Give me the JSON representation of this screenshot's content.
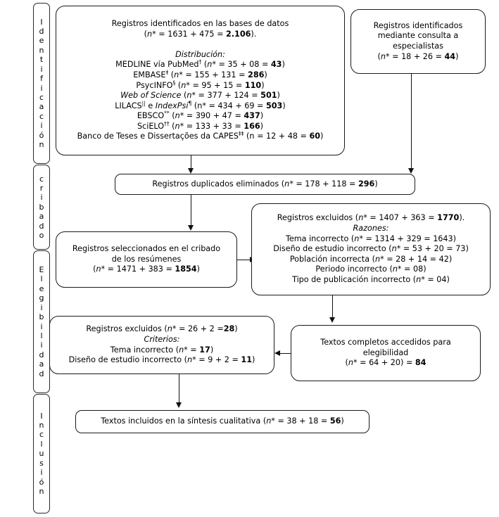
{
  "diagram": {
    "title": "PRISMA flow diagram",
    "language": "es",
    "stages": [
      {
        "id": "identificacion",
        "label": "I\nd\ne\nn\nt\ni\nf\ni\nc\na\nc\ni\nó\nn",
        "plain": "Identificación"
      },
      {
        "id": "cribado",
        "label": "c\nr\ni\nb\na\nd\no",
        "plain": "cribado"
      },
      {
        "id": "elegibilidad",
        "label": "E\nl\ne\ng\ni\nb\ni\nl\ni\nd\na\nd",
        "plain": "Elegibilidad"
      },
      {
        "id": "inclusion",
        "label": "I\nn\nc\nl\nu\ns\ni\nó\nn",
        "plain": "Inclusión"
      }
    ],
    "boxes": {
      "databases": {
        "heading": "Registros identificados en las bases de datos",
        "count": "(n* = 1631 + 475 = 2.106).",
        "distribution_label": "Distribución:",
        "sources": [
          {
            "name": "MEDLINE vía PubMed",
            "marker": "†",
            "count": "(n* = 35 + 08 = 43)"
          },
          {
            "name": "EMBASE",
            "marker": "‡",
            "count": "(n* = 155 + 131 = 286)"
          },
          {
            "name": "PsycINFO",
            "marker": "§",
            "count": "(n* = 95 + 15 = 110)"
          },
          {
            "name": "Web of Science",
            "marker": "",
            "count": "(n* = 377 + 124 = 501)"
          },
          {
            "name": "LILACS|| e IndexPsi¶",
            "marker": "",
            "count": "(n* = 434 + 69 = 503)"
          },
          {
            "name": "EBSCO",
            "marker": "**",
            "count": "(n* = 390 + 47 = 437)"
          },
          {
            "name": "SciELO",
            "marker": "††",
            "count": "(n* = 133 + 33 = 166)"
          },
          {
            "name": "Banco de Teses e Dissertações da CAPES",
            "marker": "‡‡",
            "count": "(n = 12 + 48 = 60)"
          }
        ]
      },
      "experts": {
        "line1": "Registros identificados",
        "line2": "mediante consulta a",
        "line3": "especialistas",
        "count": "(n* = 18 + 26 = 44)"
      },
      "duplicates": {
        "text": "Registros duplicados eliminados",
        "count": "(n* = 178 + 118 = 296)"
      },
      "screened": {
        "line1": "Registros seleccionados en el cribado",
        "line2": "de los resúmenes",
        "count": "(n* = 1471 + 383 = 1854)"
      },
      "excluded_screening": {
        "heading": "Registros excluidos",
        "count": "(n* = 1407 + 363 = 1770).",
        "reasons_label": "Razones:",
        "reasons": [
          "Tema incorrecto (n* = 1314 + 329 = 1643)",
          "Diseño de estudio incorrecto (n* = 53 + 20 = 73)",
          "Población incorrecta (n* = 28 + 14 = 42)",
          "Periodo incorrecto (n* = 08)",
          "Tipo de publicación incorrecto (n* = 04)"
        ]
      },
      "fulltext": {
        "line1": "Textos completos accedidos para",
        "line2": "elegibilidad",
        "count": "(n* = 64 + 20) = 84"
      },
      "excluded_eligibility": {
        "heading": "Registros excluidos",
        "count": "(n* = 26 + 2 =28)",
        "criteria_label": "Criterios:",
        "criteria": [
          "Tema incorrecto (n* = 17)",
          "Diseño de estudio incorrecto (n* = 9 + 2 = 11)"
        ]
      },
      "included": {
        "text": "Textos incluidos en la síntesis cualitativa",
        "count": "(n* = 38 + 18 = 56)"
      }
    },
    "colors": {
      "stroke": "#1a1a1a",
      "background": "#ffffff",
      "text": "#000000"
    }
  }
}
